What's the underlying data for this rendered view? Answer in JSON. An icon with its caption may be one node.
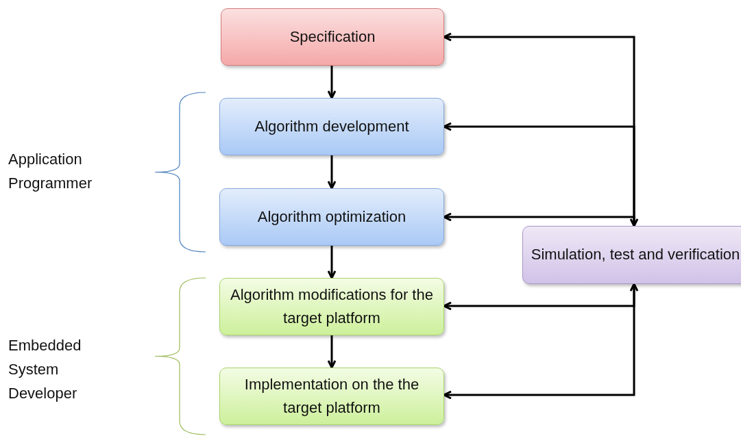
{
  "diagram": {
    "nodes": [
      {
        "text": [
          "Specification"
        ]
      },
      {
        "text": [
          "Algorithm development"
        ]
      },
      {
        "text": [
          "Algorithm optimization"
        ]
      },
      {
        "text": [
          "Simulation, test and verification"
        ]
      },
      {
        "text": [
          "Algorithm modifications for the target platform"
        ]
      },
      {
        "text": [
          "Implementation on the the target platform"
        ]
      }
    ],
    "edges": [
      {
        "from": 0,
        "to": 1,
        "arrow": "to"
      },
      {
        "from": 1,
        "to": 2,
        "arrow": "to"
      },
      {
        "from": 2,
        "to": 4,
        "arrow": "to"
      },
      {
        "from": 4,
        "to": 5,
        "arrow": "to"
      },
      {
        "from": 3,
        "to": 0,
        "arrow": "to"
      },
      {
        "from": 3,
        "to": 1,
        "arrow": "to"
      },
      {
        "from": 2,
        "to": 3,
        "arrow": "both"
      },
      {
        "from": 3,
        "to": 4,
        "arrow": "to"
      },
      {
        "from": 5,
        "to": 3,
        "arrow": "both"
      }
    ],
    "labels": [
      "Application Programmer",
      "Embedded System Developer"
    ]
  }
}
